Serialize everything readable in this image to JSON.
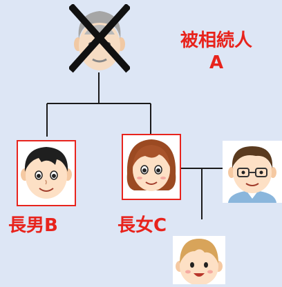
{
  "deceased": {
    "label_line1": "被相続人",
    "label_line2": "A"
  },
  "children": [
    {
      "label": "長男B"
    },
    {
      "label": "長女C"
    }
  ],
  "colors": {
    "background": "#dde6f5",
    "label_red": "#e8231c",
    "highlight_border": "#e8231c",
    "line": "#1a1a1a"
  },
  "icons": {
    "deceased": "elderly-man-crossed-out-icon",
    "son": "boy-face-icon",
    "daughter": "girl-face-icon",
    "spouse": "man-with-glasses-icon",
    "grandchild": "child-face-icon"
  }
}
